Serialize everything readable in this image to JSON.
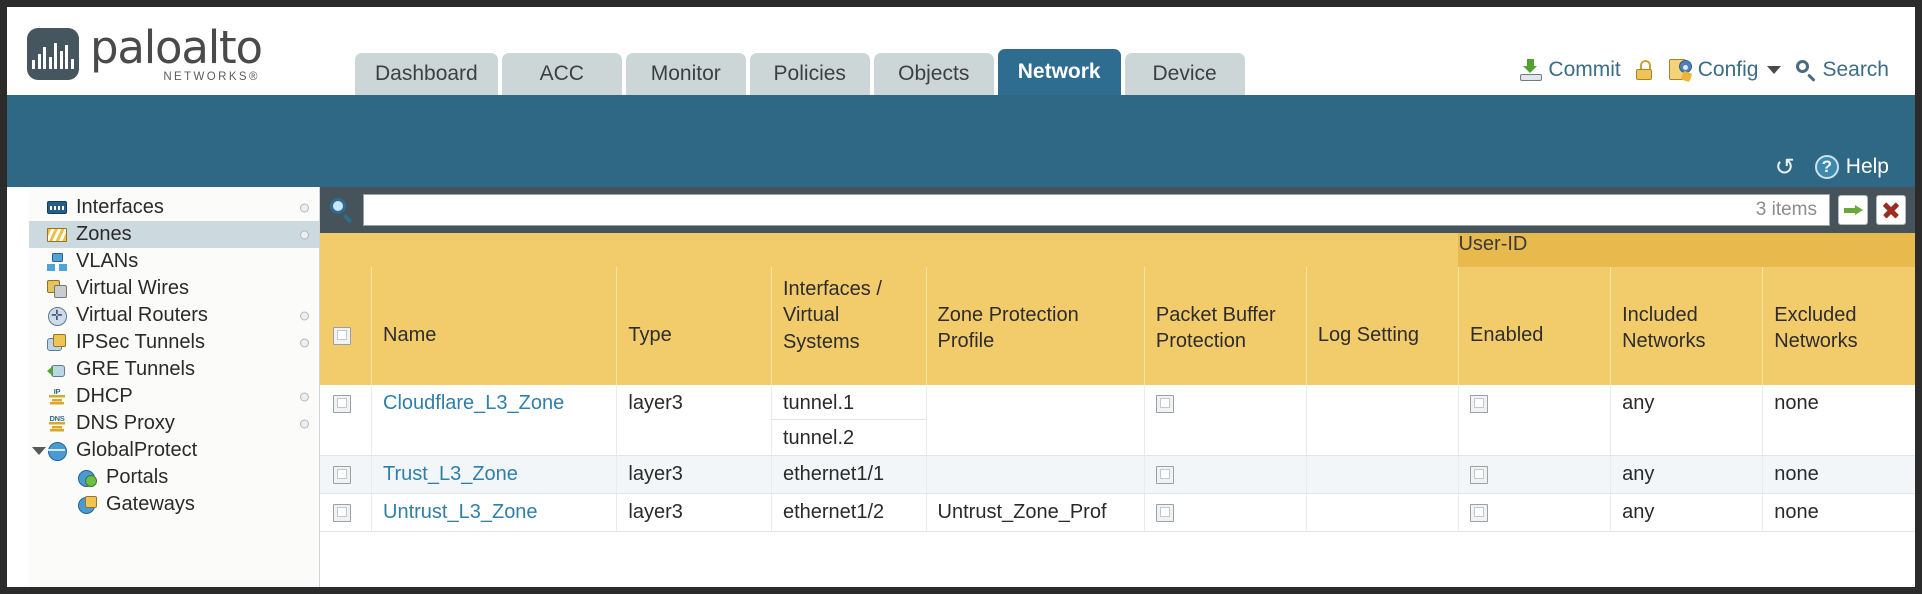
{
  "brand": {
    "name": "paloalto",
    "sub": "NETWORKS®",
    "logo_icon": "paloalto-waveform-logo"
  },
  "nav": {
    "tabs": [
      {
        "label": "Dashboard",
        "active": false
      },
      {
        "label": "ACC",
        "active": false
      },
      {
        "label": "Monitor",
        "active": false
      },
      {
        "label": "Policies",
        "active": false
      },
      {
        "label": "Objects",
        "active": false
      },
      {
        "label": "Network",
        "active": true
      },
      {
        "label": "Device",
        "active": false
      }
    ]
  },
  "header_actions": {
    "commit": {
      "label": "Commit",
      "icon": "commit-icon"
    },
    "lock": {
      "label": "",
      "icon": "padlock-icon"
    },
    "config": {
      "label": "Config",
      "icon": "config-wrench-icon",
      "caret": "chevron-down-icon"
    },
    "search": {
      "label": "Search",
      "icon": "search-icon"
    }
  },
  "band": {
    "refresh": {
      "label": "",
      "icon": "refresh-icon"
    },
    "help": {
      "label": "Help",
      "icon": "help-circle-icon"
    }
  },
  "sidebar": {
    "items": [
      {
        "label": "Interfaces",
        "icon": "interfaces-icon",
        "selected": false,
        "dot": true,
        "child": false,
        "expander": false
      },
      {
        "label": "Zones",
        "icon": "zones-icon",
        "selected": true,
        "dot": true,
        "child": false,
        "expander": false
      },
      {
        "label": "VLANs",
        "icon": "vlans-icon",
        "selected": false,
        "dot": false,
        "child": false,
        "expander": false
      },
      {
        "label": "Virtual Wires",
        "icon": "virtual-wires-icon",
        "selected": false,
        "dot": false,
        "child": false,
        "expander": false
      },
      {
        "label": "Virtual Routers",
        "icon": "virtual-routers-icon",
        "selected": false,
        "dot": true,
        "child": false,
        "expander": false
      },
      {
        "label": "IPSec Tunnels",
        "icon": "ipsec-tunnels-icon",
        "selected": false,
        "dot": true,
        "child": false,
        "expander": false
      },
      {
        "label": "GRE Tunnels",
        "icon": "gre-tunnels-icon",
        "selected": false,
        "dot": false,
        "child": false,
        "expander": false
      },
      {
        "label": "DHCP",
        "icon": "dhcp-icon",
        "selected": false,
        "dot": true,
        "child": false,
        "expander": false
      },
      {
        "label": "DNS Proxy",
        "icon": "dns-proxy-icon",
        "selected": false,
        "dot": true,
        "child": false,
        "expander": false
      },
      {
        "label": "GlobalProtect",
        "icon": "globalprotect-icon",
        "selected": false,
        "dot": false,
        "child": false,
        "expander": true
      },
      {
        "label": "Portals",
        "icon": "portals-icon",
        "selected": false,
        "dot": false,
        "child": true,
        "expander": false
      },
      {
        "label": "Gateways",
        "icon": "gateways-icon",
        "selected": false,
        "dot": false,
        "child": true,
        "expander": false
      }
    ]
  },
  "toolbar": {
    "search_icon": "search-icon",
    "search_value": "",
    "search_placeholder": "",
    "item_count": "3 items",
    "apply_icon": "green-arrow-icon",
    "clear_icon": "red-x-icon"
  },
  "table": {
    "group_headers": [
      {
        "label": "",
        "span": 7
      },
      {
        "label": "User-ID",
        "span": 3
      }
    ],
    "columns": [
      "",
      "Name",
      "Type",
      "Interfaces / Virtual Systems",
      "Zone Protection Profile",
      "Packet Buffer Protection",
      "Log Setting",
      "Enabled",
      "Included Networks",
      "Excluded Networks"
    ],
    "rows": [
      {
        "checked": false,
        "name": "Cloudflare_L3_Zone",
        "type": "layer3",
        "interfaces": [
          "tunnel.1",
          "tunnel.2"
        ],
        "zone_protection_profile": "",
        "packet_buffer_protection": "checkbox",
        "log_setting": "",
        "user_id_enabled": "checkbox",
        "included_networks": "any",
        "excluded_networks": "none"
      },
      {
        "checked": false,
        "name": "Trust_L3_Zone",
        "type": "layer3",
        "interfaces": [
          "ethernet1/1"
        ],
        "zone_protection_profile": "",
        "packet_buffer_protection": "checkbox",
        "log_setting": "",
        "user_id_enabled": "checkbox",
        "included_networks": "any",
        "excluded_networks": "none"
      },
      {
        "checked": false,
        "name": "Untrust_L3_Zone",
        "type": "layer3",
        "interfaces": [
          "ethernet1/2"
        ],
        "zone_protection_profile": "Untrust_Zone_Prof",
        "packet_buffer_protection": "checkbox",
        "log_setting": "",
        "user_id_enabled": "checkbox",
        "included_networks": "any",
        "excluded_networks": "none"
      }
    ]
  },
  "colors": {
    "band_blue": "#2e6885",
    "active_tab": "#2e6c90",
    "tab_grey": "#ccd6d7",
    "header_amber": "#f2cb6b",
    "group_amber": "#e8ba4e",
    "search_bar": "#46535b",
    "link_blue": "#2f7fa8",
    "sidebar_selected": "#ccd9de"
  }
}
